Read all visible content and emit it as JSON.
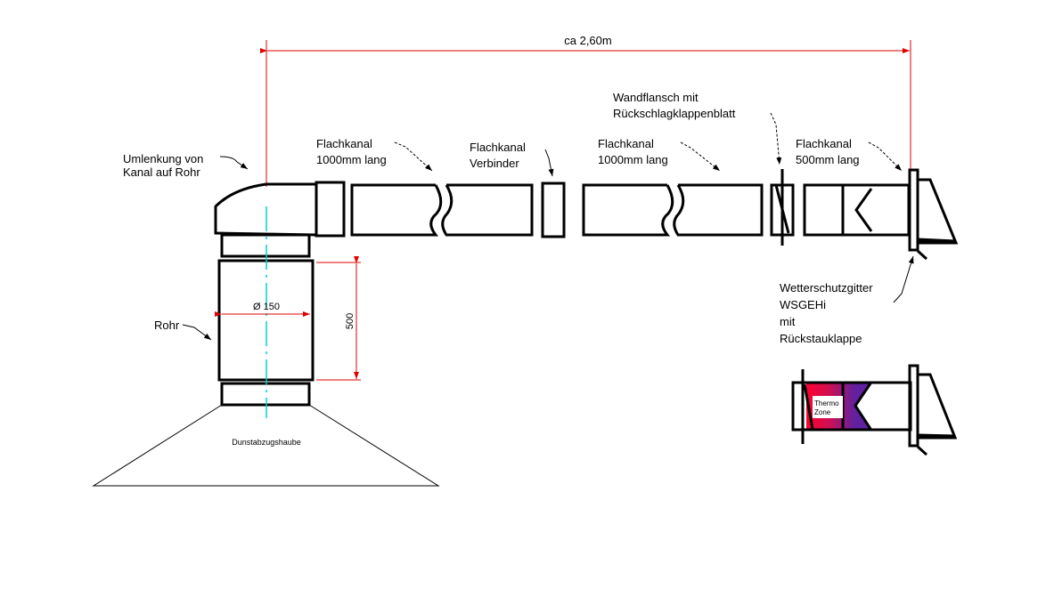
{
  "dimensions": {
    "total_length": "ca 2,60m",
    "pipe_diameter": "Ø 150",
    "pipe_length": "500"
  },
  "labels": {
    "elbow_line1": "Umlenkung von",
    "elbow_line2": "Kanal auf Rohr",
    "duct1_line1": "Flachkanal",
    "duct1_line2": "1000mm lang",
    "connector_line1": "Flachkanal",
    "connector_line2": "Verbinder",
    "duct2_line1": "Flachkanal",
    "duct2_line2": "1000mm lang",
    "flange_line1": "Wandflansch mit",
    "flange_line2": "Rückschlagklappenblatt",
    "duct3_line1": "Flachkanal",
    "duct3_line2": "500mm lang",
    "pipe": "Rohr",
    "hood": "Dunstabzugshaube",
    "grille_line1": "Wetterschutzgitter",
    "grille_line2": "WSGEHi",
    "grille_line3": "mit",
    "grille_line4": "Rückstauklappe",
    "thermo_line1": "Thermo",
    "thermo_line2": "Zone"
  },
  "colors": {
    "dimension": "#e00000",
    "centerline": "#00d0d0",
    "thermo_start": "#ff0030",
    "thermo_end": "#6020a0"
  }
}
